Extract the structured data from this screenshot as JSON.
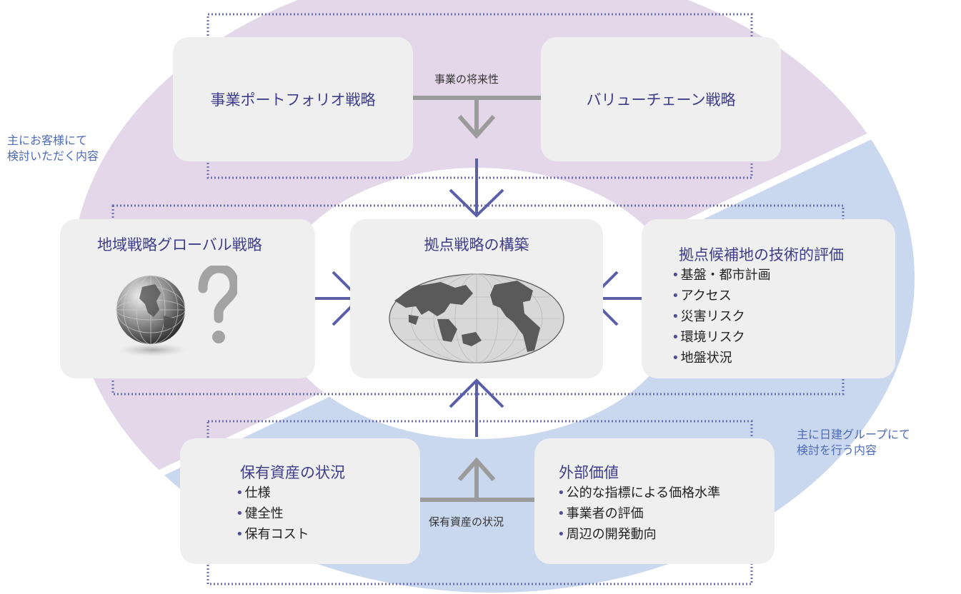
{
  "top": {
    "left_box": "事業ポートフォリオ戦略",
    "right_box": "バリューチェーン戦略",
    "connector_label": "事業の将来性"
  },
  "side_notes": {
    "customer": [
      "主にお客様にて",
      "検討いただく内容"
    ],
    "nikken": [
      "主に日建グループにて",
      "検討を行う内容"
    ]
  },
  "middle": {
    "left_box": "地域戦略グローバル戦略",
    "center_box": "拠点戦略の構築",
    "right_box": {
      "title": "拠点候補地の技術的評価",
      "items": [
        "基盤・都市計画",
        "アクセス",
        "災害リスク",
        "環境リスク",
        "地盤状況"
      ]
    }
  },
  "bottom": {
    "left_box": {
      "title": "保有資産の状況",
      "items": [
        "仕様",
        "健全性",
        "保有コスト"
      ]
    },
    "right_box": {
      "title": "外部価値",
      "items": [
        "公的な指標による価格水準",
        "事業者の評価",
        "周辺の開発動向"
      ]
    },
    "connector_label": "保有資産の状況"
  },
  "colors": {
    "purple_area": "#e4d7ea",
    "blue_area": "#c9d7ef",
    "box_fill": "#efeff0",
    "arrow": "#5a5fa8",
    "gray_connector": "#9b9b9b",
    "title_text": "#3d3d8a"
  },
  "icons": [
    "globe-icon",
    "question-mark-icon",
    "world-map-icon"
  ]
}
